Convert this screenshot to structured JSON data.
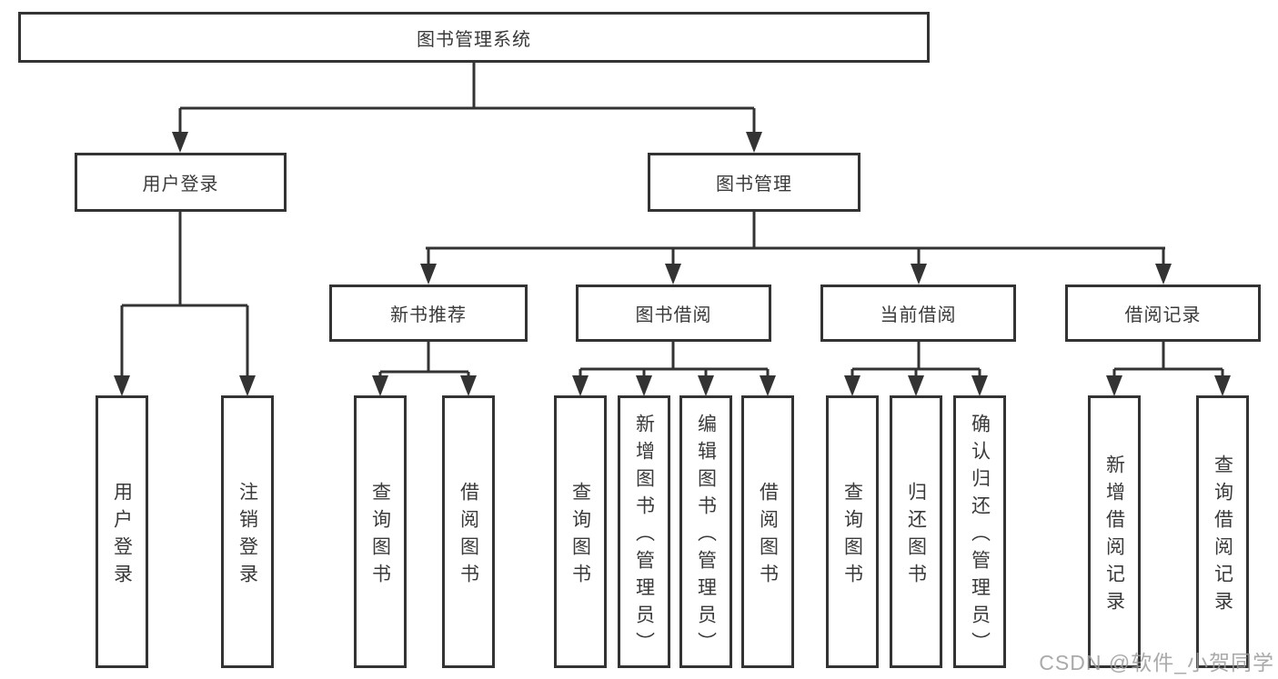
{
  "diagram": {
    "root": {
      "label": "图书管理系统"
    },
    "level1": [
      {
        "label": "用户登录"
      },
      {
        "label": "图书管理"
      }
    ],
    "level2": [
      {
        "label": "新书推荐"
      },
      {
        "label": "图书借阅"
      },
      {
        "label": "当前借阅"
      },
      {
        "label": "借阅记录"
      }
    ],
    "leaves": [
      {
        "label": "用户登录"
      },
      {
        "label": "注销登录"
      },
      {
        "label": "查询图书"
      },
      {
        "label": "借阅图书"
      },
      {
        "label": "查询图书"
      },
      {
        "label": "新增图书（管理员）"
      },
      {
        "label": "编辑图书（管理员）"
      },
      {
        "label": "借阅图书"
      },
      {
        "label": "查询图书"
      },
      {
        "label": "归还图书"
      },
      {
        "label": "确认归还（管理员）"
      },
      {
        "label": "新增借阅记录"
      },
      {
        "label": "查询借阅记录"
      }
    ],
    "hierarchy": {
      "图书管理系统": [
        "用户登录",
        "图书管理"
      ],
      "用户登录": [
        "用户登录",
        "注销登录"
      ],
      "图书管理": [
        "新书推荐",
        "图书借阅",
        "当前借阅",
        "借阅记录"
      ],
      "新书推荐": [
        "查询图书",
        "借阅图书"
      ],
      "图书借阅": [
        "查询图书",
        "新增图书（管理员）",
        "编辑图书（管理员）",
        "借阅图书"
      ],
      "当前借阅": [
        "查询图书",
        "归还图书",
        "确认归还（管理员）"
      ],
      "借阅记录": [
        "新增借阅记录",
        "查询借阅记录"
      ]
    },
    "colors": {
      "line": "#333333",
      "text": "#3a3a3a",
      "watermark": "#9b9b9b",
      "background": "#ffffff"
    }
  },
  "watermark": {
    "text": "CSDN @软件_小贺同学"
  }
}
